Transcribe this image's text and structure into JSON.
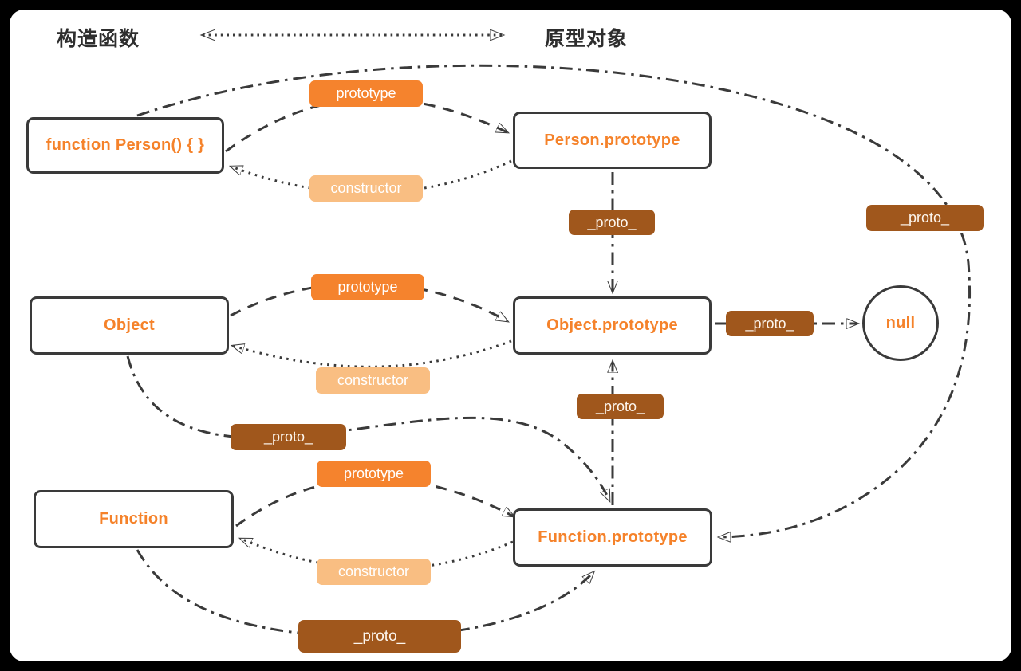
{
  "header": {
    "left_label": "构造函数",
    "right_label": "原型对象"
  },
  "strings": {
    "prototype": "prototype",
    "constructor": "constructor",
    "proto": "_proto_"
  },
  "nodes": {
    "person": {
      "label": "function Person() { }"
    },
    "person_prototype": {
      "label": "Person.prototype"
    },
    "object": {
      "label": "Object"
    },
    "object_prototype": {
      "label": "Object.prototype"
    },
    "function": {
      "label": "Function"
    },
    "function_prototype": {
      "label": "Function.prototype"
    },
    "null_node": {
      "label": "null"
    }
  },
  "edges": [
    {
      "from": "function Person() { }",
      "to": "Person.prototype",
      "label": "prototype",
      "style": "dashed"
    },
    {
      "from": "Person.prototype",
      "to": "function Person() { }",
      "label": "constructor",
      "style": "dotted"
    },
    {
      "from": "Person.prototype",
      "to": "Object.prototype",
      "label": "_proto_",
      "style": "dash-dot"
    },
    {
      "from": "function Person() { }",
      "to": "Function.prototype",
      "label": "_proto_",
      "style": "dash-dot"
    },
    {
      "from": "Object",
      "to": "Object.prototype",
      "label": "prototype",
      "style": "dashed"
    },
    {
      "from": "Object.prototype",
      "to": "Object",
      "label": "constructor",
      "style": "dotted"
    },
    {
      "from": "Object.prototype",
      "to": "null",
      "label": "_proto_",
      "style": "dash-dot"
    },
    {
      "from": "Function.prototype",
      "to": "Object.prototype",
      "label": "_proto_",
      "style": "dash-dot"
    },
    {
      "from": "Object",
      "to": "Function.prototype",
      "label": "_proto_",
      "style": "dash-dot"
    },
    {
      "from": "Function",
      "to": "Function.prototype",
      "label": "prototype",
      "style": "dashed"
    },
    {
      "from": "Function.prototype",
      "to": "Function",
      "label": "constructor",
      "style": "dotted"
    },
    {
      "from": "Function",
      "to": "Function.prototype",
      "label": "_proto_",
      "style": "dash-dot"
    }
  ],
  "colors": {
    "c-line": "#3a3a3a",
    "c-orange": "#f5832d",
    "c-light-orange": "#f9be82",
    "c-brown": "#a0571c",
    "c-node-text": "#f5822a",
    "c-header-text": "#2e2e2e",
    "c-canvas": "#ffffff",
    "c-frame": "#000000"
  }
}
